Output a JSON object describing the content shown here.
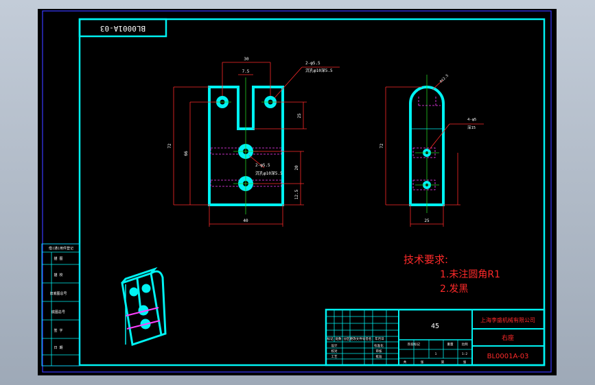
{
  "drawing": {
    "top_tag": "BL0001A-03",
    "material": "45",
    "company": "上海李盛机械有限公司",
    "part_name": "右座",
    "drawing_number": "BL0001A-03"
  },
  "tech_requirements": {
    "title": "技术要求:",
    "items": [
      "1.未注圆角R1",
      "2.发黑"
    ]
  },
  "dimensions": {
    "front_top_width": "30",
    "slot_width": "7.5",
    "hole_top_note": "2-φ5.5",
    "hole_top_note2": "沉孔φ10深5.5",
    "overall_height": "72",
    "inner_height": "66",
    "hole_spacing_top": "25",
    "mid_note": "2-φ5.5",
    "mid_note2": "沉孔φ10深5.5",
    "hole_spacing_mid": "20",
    "bottom_offset": "12.5",
    "front_width": "40",
    "side_radius": "R12.5",
    "side_hole_note": "4-φ5",
    "side_hole_note2": "深15",
    "side_height": "72",
    "side_width": "25"
  },
  "left_table": {
    "rows": [
      "借(通)用件登记",
      "描  图",
      "描  校",
      "旧底图总号",
      "底图总号",
      "签  字",
      "日  期"
    ]
  },
  "title_block": {
    "labels": {
      "mark": "标记",
      "count": "处数",
      "zone": "分区",
      "change_doc": "更改文件号",
      "sign": "签名",
      "date": "年月日",
      "designer": "设计",
      "standardize": "标准化",
      "checker": "审核",
      "craft": "工艺",
      "approve": "批准",
      "review": "校对",
      "stage_mark": "阶段标记",
      "weight": "重量",
      "scale": "比例",
      "total": "共",
      "sheet": "张",
      "page": "第",
      "page_sheet": "张"
    },
    "scale_value": "1:2",
    "qty_value": "1"
  }
}
